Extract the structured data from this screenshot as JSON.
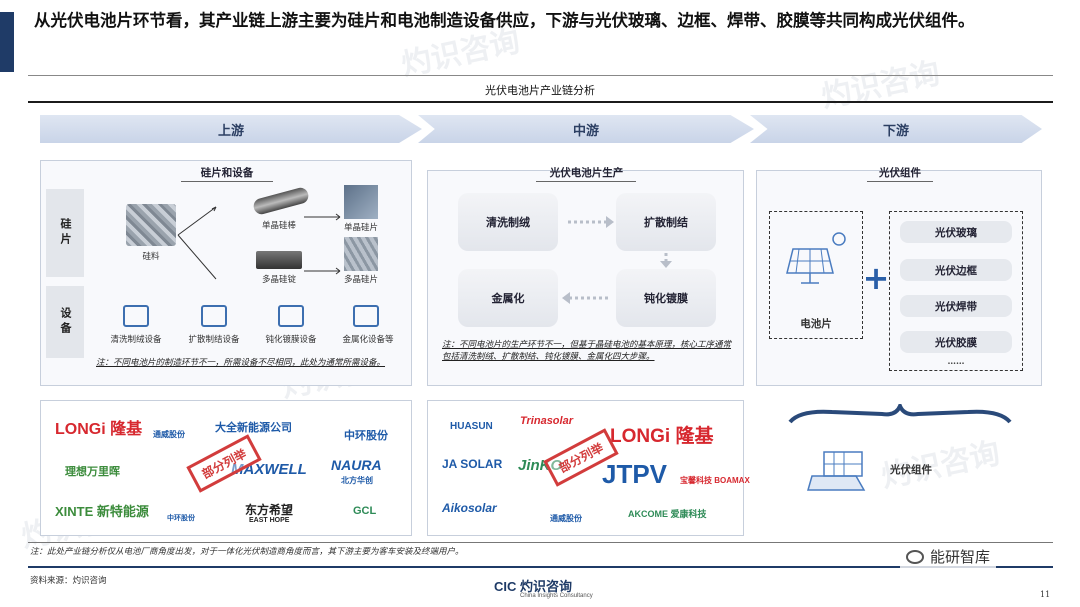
{
  "headline": "从光伏电池片环节看，其产业链上游主要为硅片和电池制造设备供应，下游与光伏玻璃、边框、焊带、胶膜等共同构成光伏组件。",
  "chart_title": "光伏电池片产业链分析",
  "stages": {
    "upstream": "上游",
    "midstream": "中游",
    "downstream": "下游"
  },
  "upstream": {
    "title": "硅片和设备",
    "wafer_label": "硅片",
    "equip_label": "设备",
    "silicon_material": "硅料",
    "mono_rod": "单晶硅棒",
    "mono_wafer": "单晶硅片",
    "poly_ingot": "多晶硅锭",
    "poly_wafer": "多晶硅片",
    "equipment": [
      "清洗制绒设备",
      "扩散制结设备",
      "钝化镀膜设备",
      "金属化设备等"
    ],
    "note": "注：不同电池片的制造环节不一，所需设备不尽相同，此处为通常所需设备。"
  },
  "midstream": {
    "title": "光伏电池片生产",
    "steps": [
      "清洗制绒",
      "扩散制结",
      "钝化镀膜",
      "金属化"
    ],
    "note": "注：不同电池片的生产环节不一，但基于晶硅电池的基本原理，核心工序通常包括清洗制绒、扩散制结、钝化镀膜、金属化四大步骤。"
  },
  "downstream": {
    "title": "光伏组件",
    "cell": "电池片",
    "items": [
      "光伏玻璃",
      "光伏边框",
      "光伏焊带",
      "光伏胶膜"
    ],
    "more": "……",
    "module": "光伏组件"
  },
  "logos_upstream": [
    {
      "text": "LONGi 隆基",
      "color": "#d7282f"
    },
    {
      "text": "通威股份",
      "color": "#1e5aa8"
    },
    {
      "text": "大全新能源公司",
      "color": "#1e5aa8"
    },
    {
      "text": "中环股份",
      "color": "#1e5aa8"
    },
    {
      "text": "理想万里晖",
      "color": "#3c8c3c"
    },
    {
      "text": "MAXWELL",
      "color": "#1e5aa8"
    },
    {
      "text": "NAURA",
      "color": "#1e5aa8"
    },
    {
      "text": "北方华创",
      "color": "#1e5aa8"
    },
    {
      "text": "XINTE 新特能源",
      "color": "#3c8c3c"
    },
    {
      "text": "中环股份",
      "color": "#1e5aa8"
    },
    {
      "text": "东方希望",
      "color": "#222222"
    },
    {
      "text": "EAST HOPE",
      "color": "#222222"
    },
    {
      "text": "GCL",
      "color": "#2e8b57"
    }
  ],
  "logos_midstream": [
    {
      "text": "HUASUN",
      "color": "#1e5aa8"
    },
    {
      "text": "Trinasolar",
      "color": "#d7282f"
    },
    {
      "text": "LONGi 隆基",
      "color": "#d7282f"
    },
    {
      "text": "JA SOLAR",
      "color": "#1e5aa8"
    },
    {
      "text": "JinKO",
      "color": "#2e8b57"
    },
    {
      "text": "JTPV",
      "color": "#1e5aa8"
    },
    {
      "text": "宝馨科技 BOAMAX",
      "color": "#d7282f"
    },
    {
      "text": "Aikosolar",
      "color": "#1e5aa8"
    },
    {
      "text": "通威股份",
      "color": "#1e5aa8"
    },
    {
      "text": "AKCOME 爱康科技",
      "color": "#2e8b57"
    }
  ],
  "stamp": "部分列举",
  "footnote": "注：此处产业链分析仅从电池厂商角度出发，对于一体化光伏制造商角度而言，其下游主要为客车安装及终端用户。",
  "source": "资料来源：灼识咨询",
  "footer_logo": "CIC 灼识咨询",
  "footer_logo_sub": "China Insights Consultancy",
  "wechat": "能研智库",
  "page_number": "11",
  "watermark_cn": "灼识咨询",
  "watermark_en": "China Insights Consultancy",
  "watermark_cic": "CIC",
  "colors": {
    "navy": "#1f3b67",
    "stamp": "#d23c3c"
  }
}
